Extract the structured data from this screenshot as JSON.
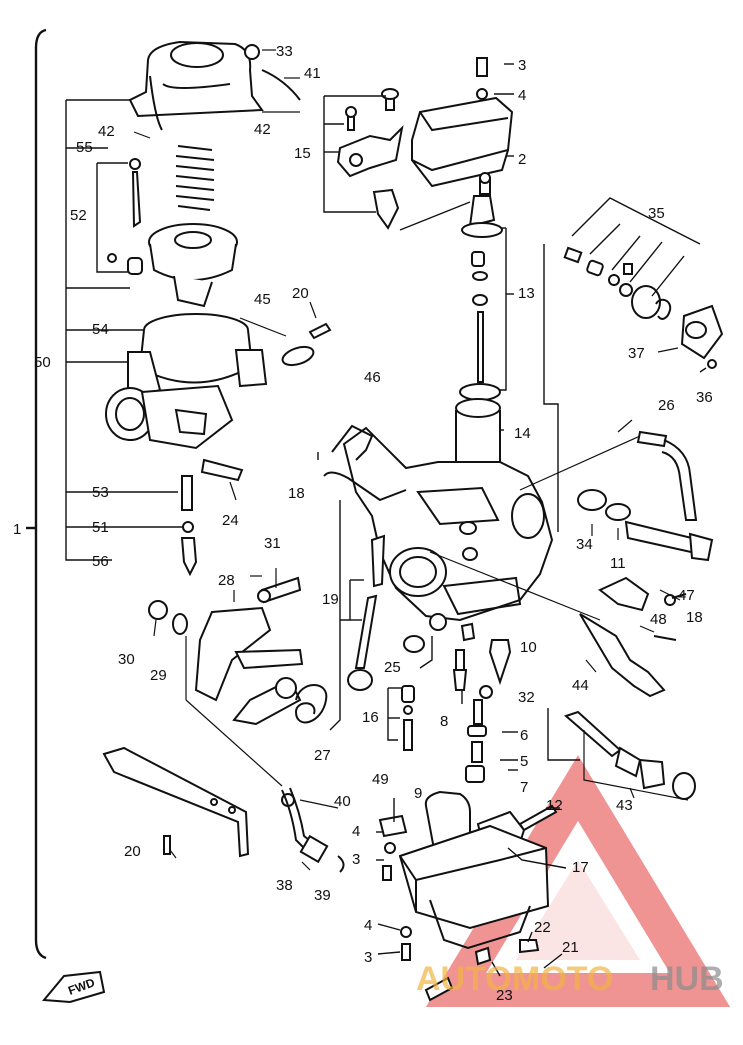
{
  "diagram": {
    "assembly_number": "1",
    "fwd_label": "FWD",
    "callouts": [
      {
        "id": "c33",
        "text": "33"
      },
      {
        "id": "c41",
        "text": "41"
      },
      {
        "id": "c42a",
        "text": "42"
      },
      {
        "id": "c42b",
        "text": "42"
      },
      {
        "id": "c55",
        "text": "55"
      },
      {
        "id": "c52",
        "text": "52"
      },
      {
        "id": "c54",
        "text": "54"
      },
      {
        "id": "c50",
        "text": "50"
      },
      {
        "id": "c53",
        "text": "53"
      },
      {
        "id": "c51",
        "text": "51"
      },
      {
        "id": "c56",
        "text": "56"
      },
      {
        "id": "c45",
        "text": "45"
      },
      {
        "id": "c20a",
        "text": "20"
      },
      {
        "id": "c24",
        "text": "24"
      },
      {
        "id": "c31",
        "text": "31"
      },
      {
        "id": "c28",
        "text": "28"
      },
      {
        "id": "c30",
        "text": "30"
      },
      {
        "id": "c29",
        "text": "29"
      },
      {
        "id": "c27",
        "text": "27"
      },
      {
        "id": "c20b",
        "text": "20"
      },
      {
        "id": "c38",
        "text": "38"
      },
      {
        "id": "c39",
        "text": "39"
      },
      {
        "id": "c40",
        "text": "40"
      },
      {
        "id": "c15",
        "text": "15"
      },
      {
        "id": "c3a",
        "text": "3"
      },
      {
        "id": "c4a",
        "text": "4"
      },
      {
        "id": "c2",
        "text": "2"
      },
      {
        "id": "c13",
        "text": "13"
      },
      {
        "id": "c14",
        "text": "14"
      },
      {
        "id": "c46",
        "text": "46"
      },
      {
        "id": "c18a",
        "text": "18"
      },
      {
        "id": "c19",
        "text": "19"
      },
      {
        "id": "c25",
        "text": "25"
      },
      {
        "id": "c16",
        "text": "16"
      },
      {
        "id": "c8",
        "text": "8"
      },
      {
        "id": "c10",
        "text": "10"
      },
      {
        "id": "c32",
        "text": "32"
      },
      {
        "id": "c6",
        "text": "6"
      },
      {
        "id": "c5",
        "text": "5"
      },
      {
        "id": "c7",
        "text": "7"
      },
      {
        "id": "c9",
        "text": "9"
      },
      {
        "id": "c49",
        "text": "49"
      },
      {
        "id": "c4b",
        "text": "4"
      },
      {
        "id": "c3b",
        "text": "3"
      },
      {
        "id": "c4c",
        "text": "4"
      },
      {
        "id": "c3c",
        "text": "3"
      },
      {
        "id": "c12",
        "text": "12"
      },
      {
        "id": "c17",
        "text": "17"
      },
      {
        "id": "c22",
        "text": "22"
      },
      {
        "id": "c21",
        "text": "21"
      },
      {
        "id": "c23",
        "text": "23"
      },
      {
        "id": "c35",
        "text": "35"
      },
      {
        "id": "c37",
        "text": "37"
      },
      {
        "id": "c36",
        "text": "36"
      },
      {
        "id": "c26",
        "text": "26"
      },
      {
        "id": "c34",
        "text": "34"
      },
      {
        "id": "c11",
        "text": "11"
      },
      {
        "id": "c47",
        "text": "47"
      },
      {
        "id": "c48",
        "text": "48"
      },
      {
        "id": "c18b",
        "text": "18"
      },
      {
        "id": "c44",
        "text": "44"
      },
      {
        "id": "c43",
        "text": "43"
      }
    ]
  },
  "watermark": {
    "text_auto": "AUTO",
    "text_moto": "MOTO",
    "text_hub": "HUB",
    "colors": {
      "auto": "#f2b544",
      "moto": "#f2b544",
      "hub": "#8c8c8c",
      "triangle": "#e23b3b"
    }
  }
}
